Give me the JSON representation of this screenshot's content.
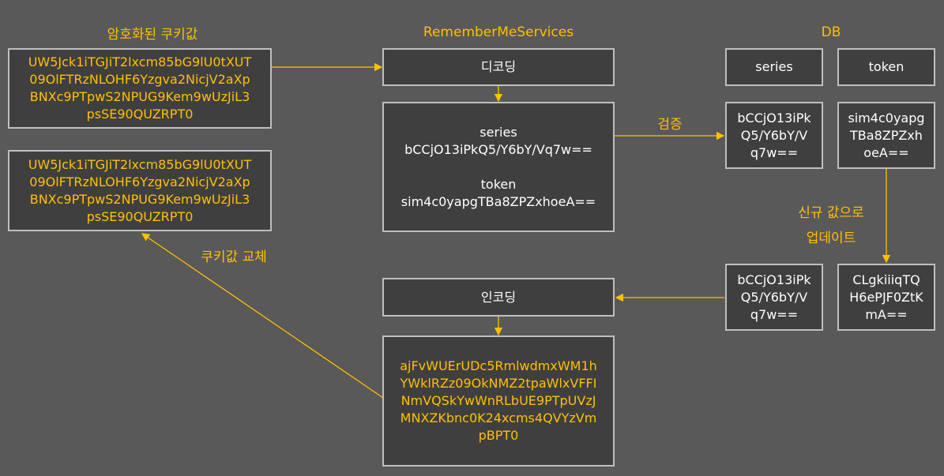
{
  "headers": {
    "encrypted_cookie": "암호화된 쿠키값",
    "service": "RememberMeServices",
    "db": "DB"
  },
  "cookie_old": [
    "UW5Jck1iTGJiT2lxcm85bG9lU0tXUT",
    "09OlFTRzNLOHF6Yzgva2NicjV2aXp",
    "BNXc9PTpwS2NPUG9Kem9wUzJiL3",
    "psSE90QUZRPT0"
  ],
  "cookie_new": [
    "UW5Jck1iTGJiT2lxcm85bG9lU0tXUT",
    "09OlFTRzNLOHF6Yzgva2NicjV2aXp",
    "BNXc9PTpwS2NPUG9Kem9wUzJiL3",
    "psSE90QUZRPT0"
  ],
  "decode": "디코딩",
  "decoded": {
    "series_label": "series",
    "series_value": "bCCjO13iPkQ5/Y6bY/Vq7w==",
    "token_label": "token",
    "token_value": "sim4c0yapgTBa8ZPZxhoeA=="
  },
  "verify": "검증",
  "db_cols": {
    "series": "series",
    "token": "token"
  },
  "db_row_old": {
    "series": [
      "bCCjO13iPk",
      "Q5/Y6bY/V",
      "q7w=="
    ],
    "token": [
      "sim4c0yapg",
      "TBa8ZPZxh",
      "oeA=="
    ]
  },
  "update_label": [
    "신규 값으로",
    "업데이트"
  ],
  "db_row_new": {
    "series": [
      "bCCjO13iPk",
      "Q5/Y6bY/V",
      "q7w=="
    ],
    "token": [
      "CLgkiiiqTQ",
      "H6ePJF0ZtK",
      "mA=="
    ]
  },
  "encode": "인코딩",
  "encoded": [
    "ajFvWUErUDc5RmlwdmxWM1h",
    "YWklRZz09OkNMZ2tpaWlxVFFI",
    "NmVQSkYwWnRLbUE9PTpUVzJ",
    "MNXZKbnc0K24xcms4QVYzVm",
    "pBPT0"
  ],
  "replace": "쿠키값 교체",
  "colors": {
    "background": "#595959",
    "box": "#3f3f3f",
    "border": "#bfbfbf",
    "accent": "#ffc000"
  }
}
